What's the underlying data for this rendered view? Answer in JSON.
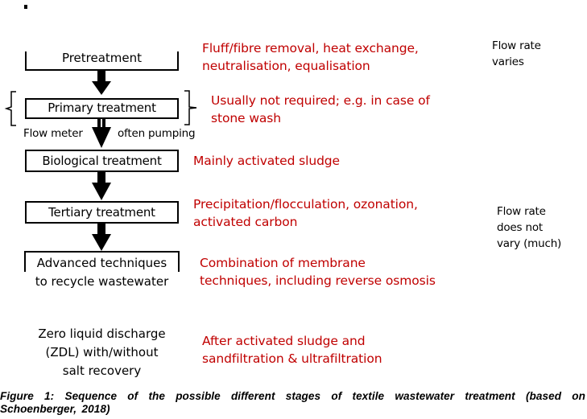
{
  "diagram": {
    "stages": [
      {
        "id": "pretreatment",
        "label": "Pretreatment",
        "description": "Fluff/fibre removal, heat exchange,\nneutralisation, equalisation"
      },
      {
        "id": "primary",
        "label": "Primary treatment",
        "description": "Usually not required; e.g. in case of\nstone wash",
        "optional": true
      },
      {
        "id": "biological",
        "label": "Biological treatment",
        "description": "Mainly activated sludge"
      },
      {
        "id": "tertiary",
        "label": "Tertiary treatment",
        "description": "Precipitation/flocculation, ozonation,\nactivated carbon"
      },
      {
        "id": "advanced",
        "label": "Advanced techniques\nto recycle wastewater",
        "description": "Combination of membrane\ntechniques, including reverse osmosis"
      },
      {
        "id": "zld",
        "label": "Zero liquid discharge\n(ZDL) with/without\nsalt recovery",
        "description": "After activated sludge and\nsandfiltration & ultrafiltration"
      }
    ],
    "side_labels": {
      "flow_meter": "Flow meter",
      "often_pumping": "often pumping"
    },
    "flow_notes": [
      {
        "text": "Flow rate\nvaries"
      },
      {
        "text": "Flow rate\ndoes not\nvary (much)"
      }
    ],
    "colors": {
      "description": "#c00000",
      "box_border": "#000000"
    }
  },
  "caption": "Figure 1: Sequence of the possible different stages of textile wastewater treatment (based on Schoenberger, 2018)"
}
